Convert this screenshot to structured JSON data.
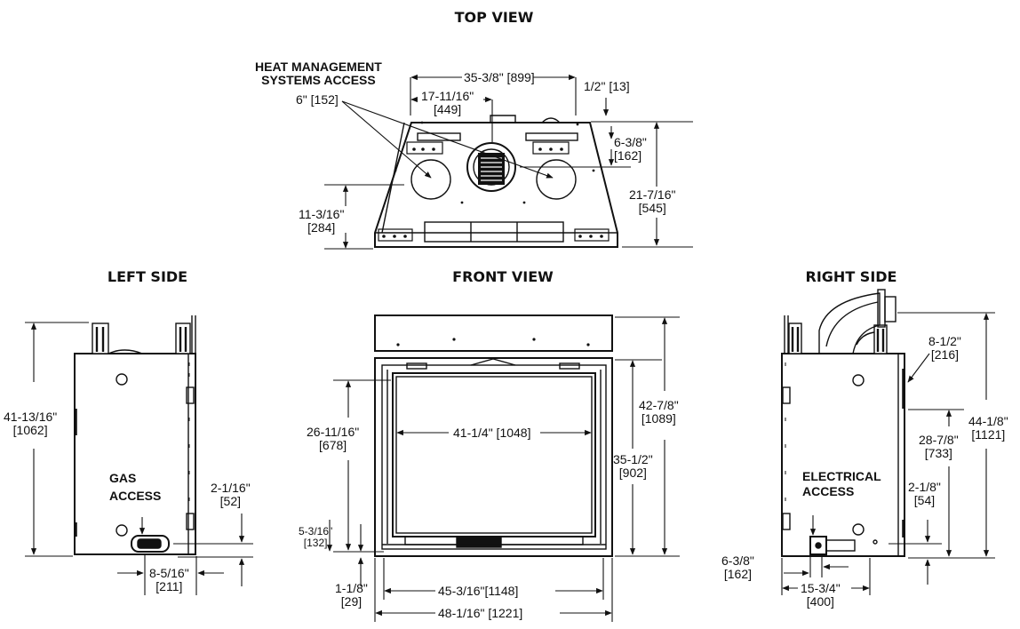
{
  "views": {
    "top": "TOP VIEW",
    "left": "LEFT SIDE",
    "front": "FRONT VIEW",
    "right": "RIGHT SIDE"
  },
  "callouts": {
    "heat_line1": "HEAT MANAGEMENT",
    "heat_line2": "SYSTEMS ACCESS",
    "gas_line1": "GAS",
    "gas_line2": "ACCESS",
    "elec_line1": "ELECTRICAL",
    "elec_line2": "ACCESS"
  },
  "dimensions": {
    "top": {
      "overall_width": "35-3/8\" [899]",
      "half_width_in": "17-11/16\"",
      "half_width_mm": "[449]",
      "offset": "1/2\" [13]",
      "vent": "6\" [152]",
      "collar_in": "6-3/8\"",
      "collar_mm": "[162]",
      "depth_in": "21-7/16\"",
      "depth_mm": "[545]",
      "vent_height_in": "11-3/16\"",
      "vent_height_mm": "[284]"
    },
    "left": {
      "height_in": "41-13/16\"",
      "height_mm": "[1062]",
      "gas_height_in": "2-1/16\"",
      "gas_height_mm": "[52]",
      "gas_offset_in": "8-5/16\"",
      "gas_offset_mm": "[211]"
    },
    "front": {
      "glass_height_in": "26-11/16\"",
      "glass_height_mm": "[678]",
      "glass_width": "41-1/4\" [1048]",
      "opening_height_in": "35-1/2\"",
      "opening_height_mm": "[902]",
      "overall_height_in": "42-7/8\"",
      "overall_height_mm": "[1089]",
      "base_in": "5-3/16\"",
      "base_mm": "[132]",
      "bottom_in": "1-1/8\"",
      "bottom_mm": "[29]",
      "inner_width": "45-3/16\"[1148]",
      "overall_width": "48-1/16\" [1221]"
    },
    "right": {
      "vent_in": "8-1/2\"",
      "vent_mm": "[216]",
      "total_height_in": "44-1/8\"",
      "total_height_mm": "[1121]",
      "vent_height_in": "28-7/8\"",
      "vent_height_mm": "[733]",
      "elec_height_in": "2-1/8\"",
      "elec_height_mm": "[54]",
      "elec_offset_in": "6-3/8\"",
      "elec_offset_mm": "[162]",
      "depth_in": "15-3/4\"",
      "depth_mm": "[400]"
    }
  }
}
